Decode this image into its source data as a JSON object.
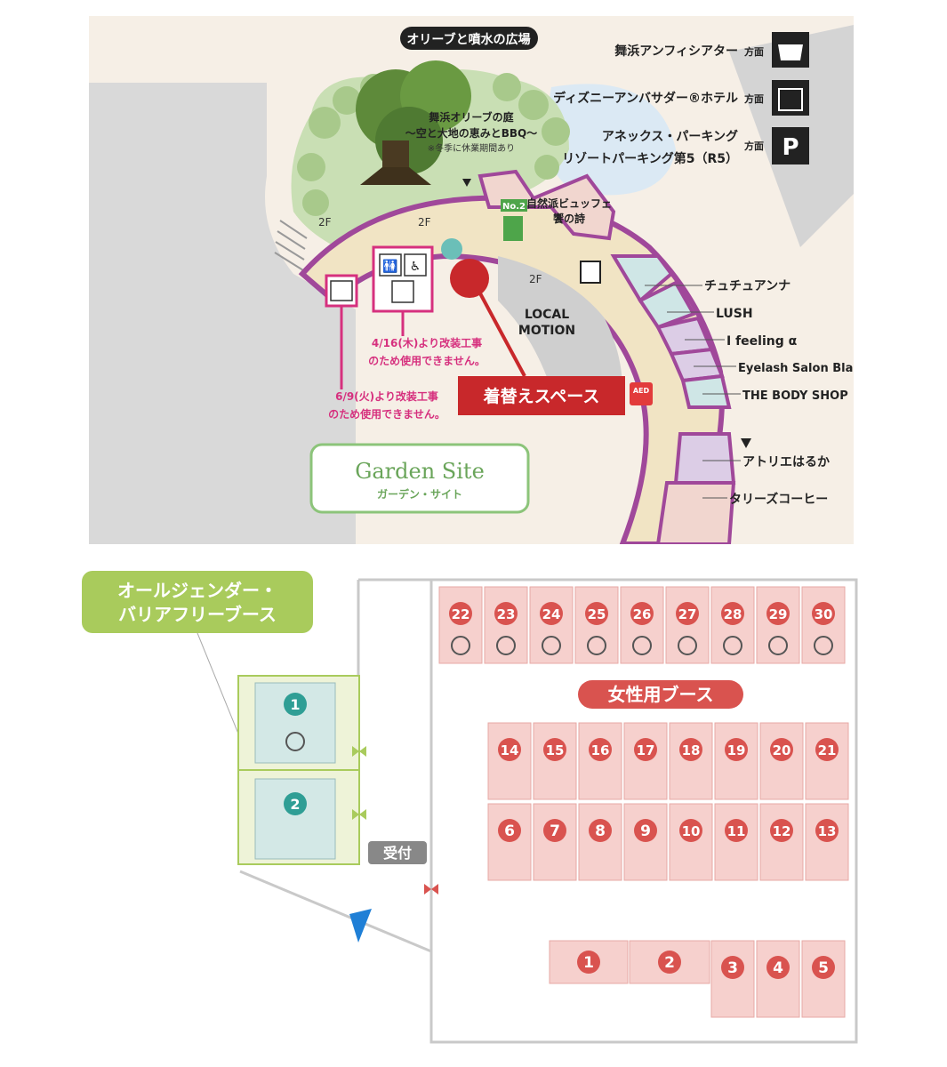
{
  "map": {
    "plaza_label": "オリーブと噴水の広場",
    "tree_title": "舞浜オリーブの庭",
    "tree_subtitle": "～空と大地の恵みとBBQ～",
    "tree_note": "※冬季に休業期間あり",
    "directions": [
      {
        "label": "舞浜アンフィシアター",
        "suffix": "方面",
        "icon": "theater-icon"
      },
      {
        "label": "ディズニーアンバサダー®ホテル",
        "suffix": "方面",
        "icon": "hotel-icon"
      },
      {
        "label": "アネックス・パーキング",
        "label2": "リゾートパーキング第5（R5）",
        "suffix": "方面",
        "icon": "parking-icon"
      }
    ],
    "floor_marks": [
      "2F",
      "2F",
      "2F"
    ],
    "restaurant_no": "No.2",
    "restaurant_name": "自然派ビュッフェ",
    "restaurant_name2": "饗の詩",
    "local_motion_line1": "LOCAL",
    "local_motion_line2": "MOTION",
    "aed_label": "AED",
    "shops": [
      "チュチュアンナ",
      "LUSH",
      "I feeling α",
      "Eyelash Salon Blanc",
      "THE BODY SHOP",
      "アトリエはるか",
      "タリーズコーヒー"
    ],
    "notice_1_line1": "4/16(木)より改装工事",
    "notice_1_line2": "のため使用できません。",
    "notice_2_line1": "6/9(火)より改装工事",
    "notice_2_line2": "のため使用できません。",
    "changing_space": "着替えスペース",
    "garden_site_en": "Garden Site",
    "garden_site_jp": "ガーデン・サイト",
    "colors": {
      "path": "#f3e6c8",
      "border": "#a0489a",
      "shop_teal": "#cfe6e6",
      "shop_purple": "#dccde6",
      "shop_pink": "#f1d6cf",
      "marker": "#c8282b",
      "toilet_pink": "#d6307e",
      "garden_green": "#8cc47a"
    }
  },
  "floor_plan": {
    "all_gender_label_1": "オールジェンダー・",
    "all_gender_label_2": "バリアフリーブース",
    "all_gender_booths": [
      "1",
      "2"
    ],
    "women_label": "女性用ブース",
    "reception": "受付",
    "row_top": [
      "22",
      "23",
      "24",
      "25",
      "26",
      "27",
      "28",
      "29",
      "30"
    ],
    "row_mid1": [
      "14",
      "15",
      "16",
      "17",
      "18",
      "19",
      "20",
      "21"
    ],
    "row_mid2": [
      "6",
      "7",
      "8",
      "9",
      "10",
      "11",
      "12",
      "13"
    ],
    "row_bottom": [
      "1",
      "2",
      "3",
      "4",
      "5"
    ],
    "colors": {
      "booth_pink": "#f6d0cd",
      "badge_red": "#d9534f",
      "green": "#a9cb5c",
      "teal_badge": "#2f9e95",
      "booth_teal": "#d3e8e6",
      "wall": "#c9c9c9"
    }
  }
}
